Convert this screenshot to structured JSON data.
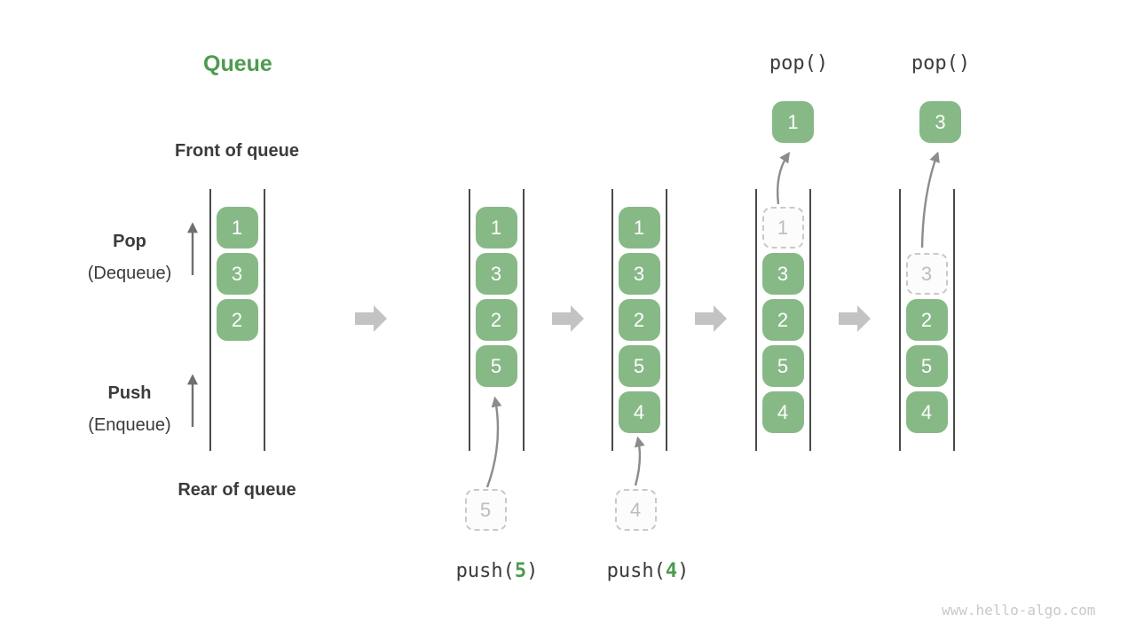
{
  "title": "Queue",
  "watermark": "www.hello-algo.com",
  "labels": {
    "front_of_queue": "Front of queue",
    "rear_of_queue": "Rear of queue",
    "pop": "Pop",
    "pop_sub": "(Dequeue)",
    "push": "Push",
    "push_sub": "(Enqueue)"
  },
  "colors": {
    "title_green": "#4c9b4f",
    "box_green": "#87b987",
    "box_text": "#ffffff",
    "dark_text": "#3b3b3b",
    "container_line": "#4a4a4a",
    "flow_arrow_gray": "#c3c3c3",
    "curve_arrow": "#8c8c8c",
    "up_arrow": "#6f6f6f",
    "ghost_border": "#c9c9c9",
    "ghost_text": "#bdbdbd",
    "ghost_bg": "#fcfcfc",
    "watermark_gray": "#c9c9c9"
  },
  "queue_states": [
    {
      "name": "initial",
      "cells": [
        {
          "row": 0,
          "value": "1",
          "ghost": false
        },
        {
          "row": 1,
          "value": "3",
          "ghost": false
        },
        {
          "row": 2,
          "value": "2",
          "ghost": false
        }
      ]
    },
    {
      "name": "after-push-5",
      "cells": [
        {
          "row": 0,
          "value": "1",
          "ghost": false
        },
        {
          "row": 1,
          "value": "3",
          "ghost": false
        },
        {
          "row": 2,
          "value": "2",
          "ghost": false
        },
        {
          "row": 3,
          "value": "5",
          "ghost": false
        }
      ],
      "incoming_value": "5",
      "op": {
        "prefix": "push(",
        "arg": "5",
        "suffix": ")"
      }
    },
    {
      "name": "after-push-4",
      "cells": [
        {
          "row": 0,
          "value": "1",
          "ghost": false
        },
        {
          "row": 1,
          "value": "3",
          "ghost": false
        },
        {
          "row": 2,
          "value": "2",
          "ghost": false
        },
        {
          "row": 3,
          "value": "5",
          "ghost": false
        },
        {
          "row": 4,
          "value": "4",
          "ghost": false
        }
      ],
      "incoming_value": "4",
      "op": {
        "prefix": "push(",
        "arg": "4",
        "suffix": ")"
      }
    },
    {
      "name": "pop-1",
      "cells": [
        {
          "row": 0,
          "value": "1",
          "ghost": true
        },
        {
          "row": 1,
          "value": "3",
          "ghost": false
        },
        {
          "row": 2,
          "value": "2",
          "ghost": false
        },
        {
          "row": 3,
          "value": "5",
          "ghost": false
        },
        {
          "row": 4,
          "value": "4",
          "ghost": false
        }
      ],
      "popped_value": "1",
      "op_label": "pop()"
    },
    {
      "name": "pop-3",
      "cells": [
        {
          "row": 1,
          "value": "3",
          "ghost": true
        },
        {
          "row": 2,
          "value": "2",
          "ghost": false
        },
        {
          "row": 3,
          "value": "5",
          "ghost": false
        },
        {
          "row": 4,
          "value": "4",
          "ghost": false
        }
      ],
      "popped_value": "3",
      "op_label": "pop()"
    }
  ]
}
